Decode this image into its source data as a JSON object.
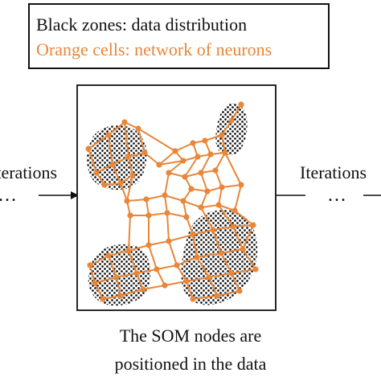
{
  "legend": {
    "black_line": "Black zones: data distribution",
    "orange_line": "Orange cells: network of neurons"
  },
  "left_flow": {
    "label": "Iterations",
    "ellipsis": "..."
  },
  "right_flow": {
    "label": "Iterations",
    "ellipsis": "..."
  },
  "caption": {
    "line1": "The SOM nodes are",
    "line2": "positioned in the data"
  },
  "colors": {
    "neuron": "#e8873a",
    "data": "#111111",
    "frame": "#111111"
  }
}
